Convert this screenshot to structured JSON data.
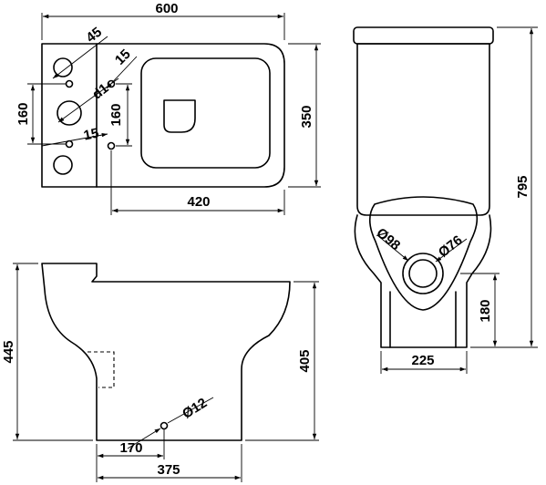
{
  "dimensions": {
    "top_width": "600",
    "top_depth": "350",
    "top_hole_dist": "420",
    "top_hole_span_left": "160",
    "top_hole_span_inner": "160",
    "top_small_hole_a": "15",
    "top_small_hole_b": "15",
    "top_large_hole": "45",
    "top_inlet": "d1",
    "front_height": "795",
    "front_outlet_height": "180",
    "front_outlet_width": "225",
    "front_outlet_outer": "Ø98",
    "front_outlet_inner": "Ø76",
    "side_height": "445",
    "side_outlet_height": "405",
    "side_fix_hole": "Ø12",
    "side_fix_dist": "170",
    "side_outlet_dist": "375"
  }
}
